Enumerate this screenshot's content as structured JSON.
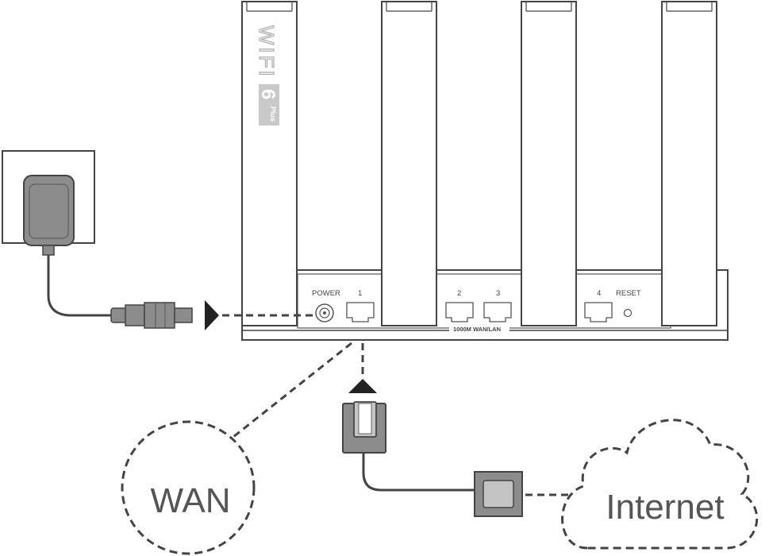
{
  "router": {
    "brand_text": "WIFI",
    "badge_number": "6",
    "badge_suffix": "Plus",
    "ports": {
      "power": "POWER",
      "port1": "1",
      "port2": "2",
      "port3": "3",
      "port4": "4",
      "reset": "RESET",
      "group_label": "1000M WAN/LAN"
    }
  },
  "labels": {
    "wan": "WAN",
    "internet": "Internet"
  },
  "icons": {
    "power_adapter": "power-adapter-icon",
    "wall_outlet": "wall-outlet-icon",
    "ethernet_plug": "ethernet-plug-icon",
    "modem_socket": "network-socket-icon",
    "cloud": "cloud-icon"
  },
  "colors": {
    "outline": "#444444",
    "device_fill": "#ffffff",
    "plug_fill": "#8c8c8c",
    "plug_dark": "#5a5a5a",
    "label_text": "#555555"
  }
}
